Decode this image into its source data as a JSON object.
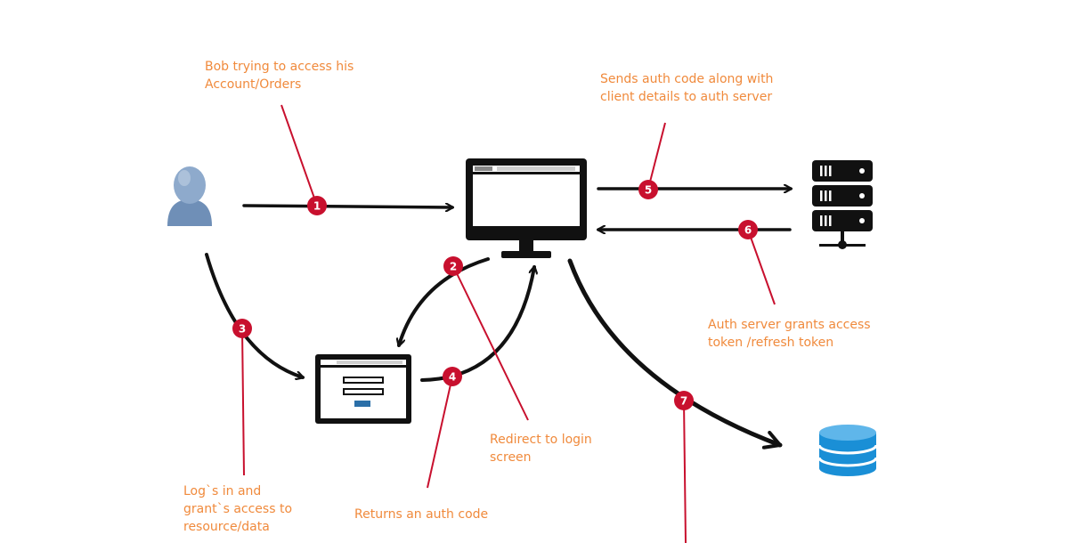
{
  "colors": {
    "annotation_text": "#f08a3c",
    "leader_line": "#c8102e",
    "badge_fill": "#c8102e",
    "badge_text": "#ffffff",
    "arrow": "#111111",
    "user": "#6f8fb7",
    "database": "#1a8fd6"
  },
  "icons": {
    "user": "user-icon",
    "client_app": "desktop-monitor-icon",
    "login_screen": "login-window-icon",
    "auth_server": "server-rack-icon",
    "resource": "database-icon"
  },
  "annotations": {
    "step1": "Bob trying to access his\nAccount/Orders",
    "step5": "Sends auth code along with\nclient details to auth server",
    "step6": "Auth server grants access\ntoken /refresh token",
    "step2": "Redirect to login\nscreen",
    "step3": "Log`s in and\ngrant`s access to\nresource/data",
    "step4": "Returns an auth code"
  },
  "steps": [
    "1",
    "2",
    "3",
    "4",
    "5",
    "6",
    "7"
  ]
}
